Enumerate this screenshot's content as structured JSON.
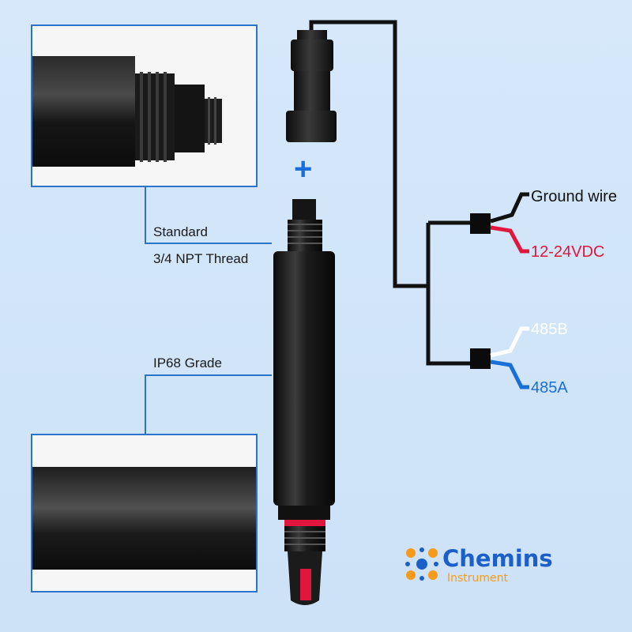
{
  "callouts": {
    "thread_line1": "Standard",
    "thread_line2": "3/4 NPT Thread",
    "ip_grade": "IP68 Grade"
  },
  "wires": {
    "ground": "Ground wire",
    "power": "12-24VDC",
    "b": "485B",
    "a": "485A"
  },
  "brand": {
    "name": "Chemins",
    "sub": "Instrument"
  },
  "connector_symbol": "+",
  "colors": {
    "accent_blue": "#2a74c9",
    "wire_red": "#e0163c",
    "wire_blue": "#1a6fd6",
    "wire_white": "#ffffff",
    "logo_orange": "#f59a1b"
  }
}
